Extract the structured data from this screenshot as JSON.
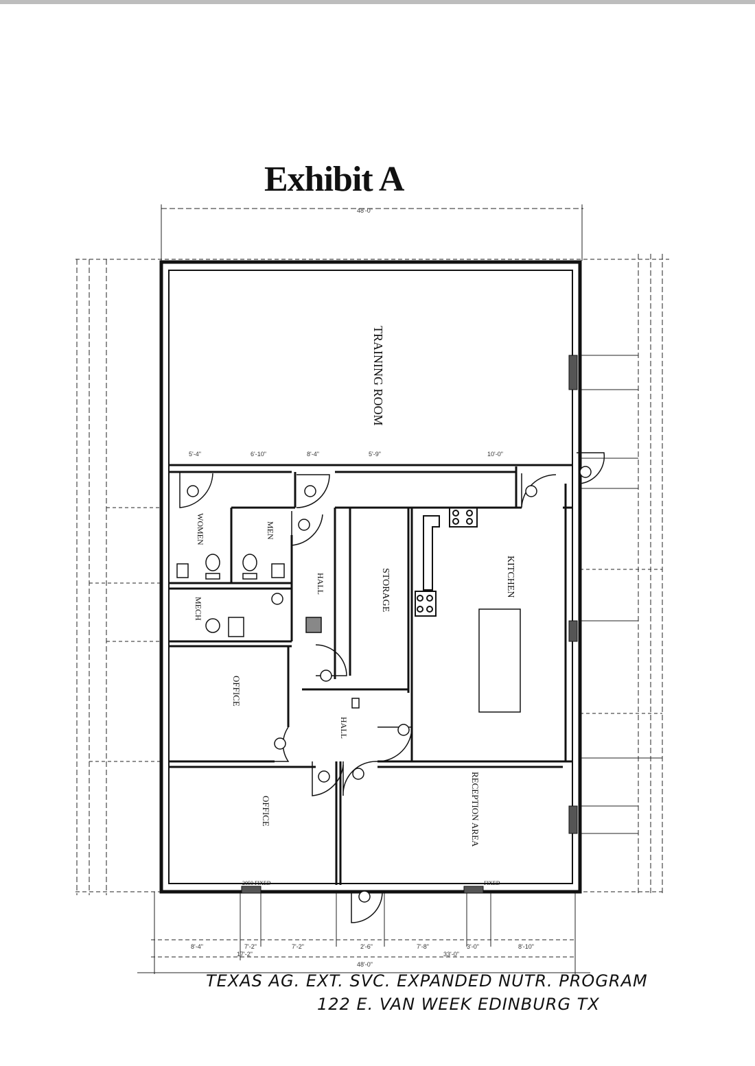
{
  "title": "Exhibit A",
  "rooms": {
    "training_room": "TRAINING ROOM",
    "women": "WOMEN",
    "men": "MEN",
    "mech": "MECH",
    "hall_upper": "HALL",
    "storage": "STORAGE",
    "kitchen": "KITCHEN",
    "office_upper": "OFFICE",
    "hall_lower": "HALL",
    "office_lower": "OFFICE",
    "reception": "RECEPTION AREA"
  },
  "windows": {
    "bottom_left": "2050 FIXED",
    "bottom_right": "FIXED"
  },
  "handwritten": {
    "line1": "TEXAS AG. EXT. SVC. EXPANDED NUTR. PROGRAM",
    "line2": "122 E. VAN WEEK EDINBURG TX"
  }
}
